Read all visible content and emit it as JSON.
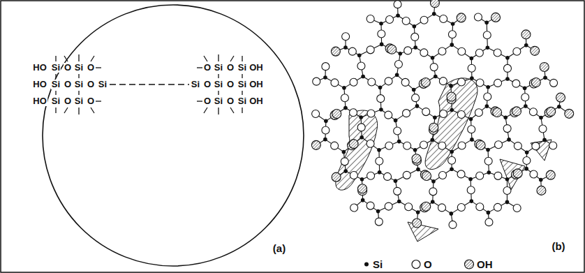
{
  "diagram": {
    "nodes": [
      {
        "text": [
          "HO",
          "Si",
          "O",
          "Si",
          "O",
          "O",
          "Si",
          "O",
          "Si",
          "OH",
          "HO",
          "Si",
          "O",
          "Si",
          "O",
          "Si",
          "Si",
          "O",
          "Si",
          "O",
          "Si",
          "OH",
          "HO",
          "Si",
          "O",
          "Si",
          "O",
          "O",
          "Si",
          "O",
          "Si",
          "OH"
        ]
      }
    ],
    "labels": [
      "(a)",
      "(b)"
    ],
    "legend": [
      {
        "text": "Si"
      },
      {
        "text": "O"
      },
      {
        "text": "OH"
      }
    ]
  }
}
